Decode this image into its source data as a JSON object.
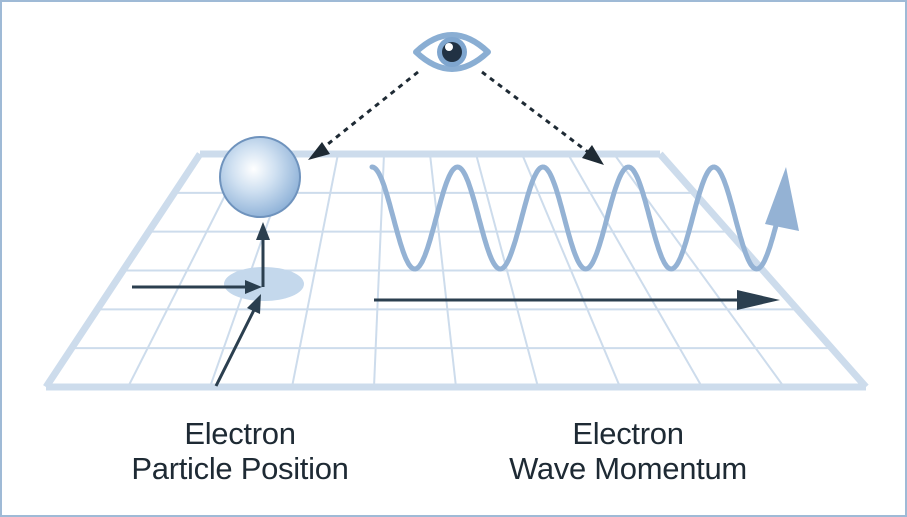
{
  "labels": {
    "particle": {
      "line1": "Electron",
      "line2": "Particle Position"
    },
    "wave": {
      "line1": "Electron",
      "line2": "Wave Momentum"
    }
  },
  "icons": {
    "observer": "eye-icon",
    "particle": "electron-sphere-icon",
    "wave": "sine-wave-icon"
  },
  "colors": {
    "grid": "#c9d9ea",
    "wave": "#94b2d4",
    "arrow_dark": "#2b3f4f",
    "sphere": "#9bbde0",
    "frame": "#9fbad6"
  }
}
